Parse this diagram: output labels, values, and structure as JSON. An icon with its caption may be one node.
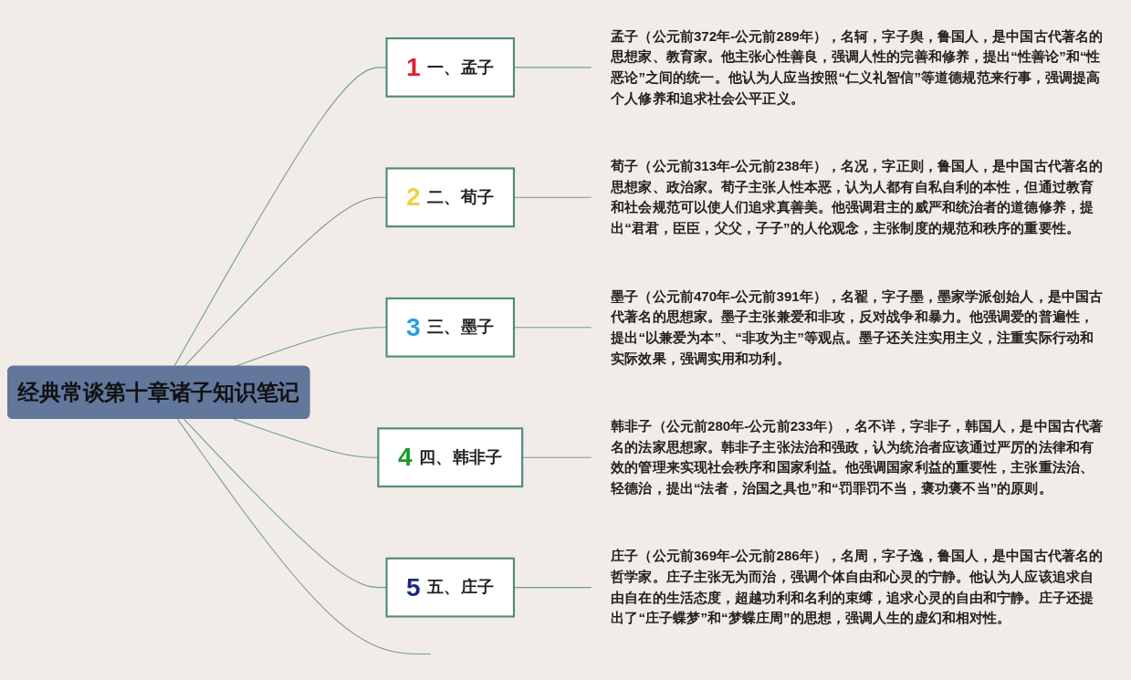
{
  "diagram": {
    "nodes": [
      {
        "text": [
          "经典常谈第十章诸子知识笔记"
        ]
      },
      {
        "text": [
          "1",
          "一、孟子"
        ]
      },
      {
        "text": [
          "孟子（公元前372年-公元前289年），名轲，字子舆，鲁国人，是中国古代著名的思想家、教育家。他主张心性善良，强调人性的完善和修养，提出“性善论”和“性恶论”之间的统一。他认为人应当按照“仁义礼智信”等道德规范来行事，强调提高个人修养和追求社会公平正义。"
        ]
      },
      {
        "text": [
          "2",
          "二、荀子"
        ]
      },
      {
        "text": [
          "荀子（公元前313年-公元前238年），名况，字正则，鲁国人，是中国古代著名的思想家、政治家。荀子主张人性本恶，认为人都有自私自利的本性，但通过教育和社会规范可以使人们追求真善美。他强调君主的威严和统治者的道德修养，提出“君君，臣臣，父父，子子”的人伦观念，主张制度的规范和秩序的重要性。"
        ]
      },
      {
        "text": [
          "3",
          "三、墨子"
        ]
      },
      {
        "text": [
          "墨子（公元前470年-公元前391年），名翟，字子墨，墨家学派创始人，是中国古代著名的思想家。墨子主张兼爱和非攻，反对战争和暴力。他强调爱的普遍性，提出“以兼爱为本”、“非攻为主”等观点。墨子还关注实用主义，注重实际行动和实际效果，强调实用和功利。"
        ]
      },
      {
        "text": [
          "4",
          "四、韩非子"
        ]
      },
      {
        "text": [
          "韩非子（公元前280年-公元前233年），名不详，字非子，韩国人，是中国古代著名的法家思想家。韩非子主张法治和强政，认为统治者应该通过严厉的法律和有效的管理来实现社会秩序和国家利益。他强调国家利益的重要性，主张重法治、轻德治，提出“法者，治国之具也”和“罚罪罚不当，褒功褒不当”的原则。"
        ]
      },
      {
        "text": [
          "5",
          "五、庄子"
        ]
      },
      {
        "text": [
          "庄子（公元前369年-公元前286年），名周，字子逸，鲁国人，是中国古代著名的哲学家。庄子主张无为而治，强调个体自由和心灵的宁静。他认为人应该追求自由自在的生活态度，超越功利和名利的束缚，追求心灵的自由和宁静。庄子还提出了“庄子蝶梦”和“梦蝶庄周”的思想，强调人生的虚幻和相对性。"
        ]
      }
    ],
    "edges": [
      {
        "from": 0,
        "to": 1,
        "arrow": "none"
      },
      {
        "from": 1,
        "to": 2,
        "arrow": "none"
      },
      {
        "from": 0,
        "to": 3,
        "arrow": "none"
      },
      {
        "from": 3,
        "to": 4,
        "arrow": "none"
      },
      {
        "from": 0,
        "to": 5,
        "arrow": "none"
      },
      {
        "from": 5,
        "to": 6,
        "arrow": "none"
      },
      {
        "from": 0,
        "to": 7,
        "arrow": "none"
      },
      {
        "from": 7,
        "to": 8,
        "arrow": "none"
      },
      {
        "from": 0,
        "to": 9,
        "arrow": "none"
      },
      {
        "from": 9,
        "to": 10,
        "arrow": "none"
      },
      {
        "from": 0,
        "to": null,
        "arrow": "none"
      }
    ]
  }
}
